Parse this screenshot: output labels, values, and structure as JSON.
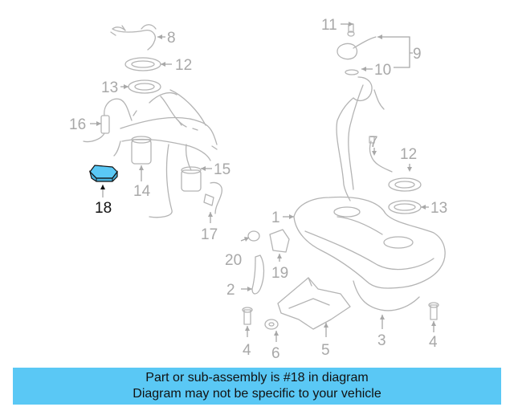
{
  "diagram": {
    "highlight_color": "#5ac8f5",
    "callouts": [
      {
        "id": "c1",
        "text": "1"
      },
      {
        "id": "c2",
        "text": "2"
      },
      {
        "id": "c3",
        "text": "3"
      },
      {
        "id": "c4a",
        "text": "4"
      },
      {
        "id": "c4b",
        "text": "4"
      },
      {
        "id": "c5",
        "text": "5"
      },
      {
        "id": "c6",
        "text": "6"
      },
      {
        "id": "c7",
        "text": "7"
      },
      {
        "id": "c8",
        "text": "8"
      },
      {
        "id": "c9",
        "text": "9"
      },
      {
        "id": "c10",
        "text": "10"
      },
      {
        "id": "c11",
        "text": "11"
      },
      {
        "id": "c12a",
        "text": "12"
      },
      {
        "id": "c12b",
        "text": "12"
      },
      {
        "id": "c13a",
        "text": "13"
      },
      {
        "id": "c13b",
        "text": "13"
      },
      {
        "id": "c14",
        "text": "14"
      },
      {
        "id": "c15",
        "text": "15"
      },
      {
        "id": "c16",
        "text": "16"
      },
      {
        "id": "c17",
        "text": "17"
      },
      {
        "id": "c18",
        "text": "18"
      },
      {
        "id": "c19",
        "text": "19"
      },
      {
        "id": "c20",
        "text": "20"
      }
    ]
  },
  "banner": {
    "line1": "Part or sub-assembly is #18 in diagram",
    "line2": "Diagram may not be specific to your vehicle",
    "color": "#5ac8f5"
  }
}
